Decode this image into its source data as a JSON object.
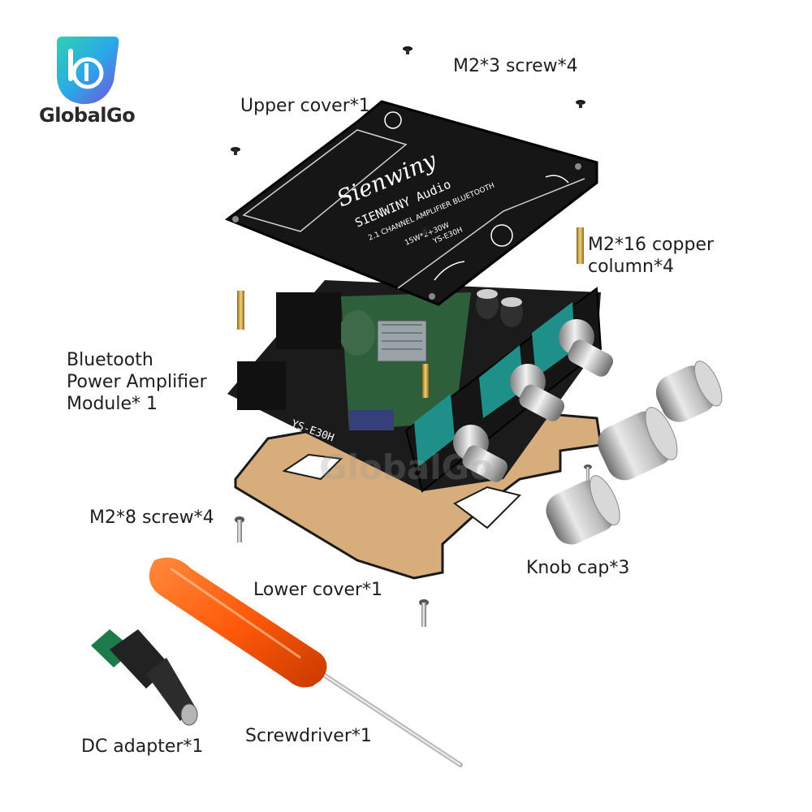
{
  "brand": {
    "name": "GlobalGo",
    "logo_colors": [
      "#2fd0b4",
      "#2aa8e8",
      "#7b4dd8"
    ]
  },
  "board_silkscreen": {
    "logo": "Sienwiny",
    "line1": "SIENWINY Audio",
    "line2": "2.1 CHANNEL AMPLIFIER BLUETOOTH",
    "line3": "15W*2+30W",
    "line4": "YS-E30H",
    "module_tag": "YS-E30H"
  },
  "watermark": "GlobalGo",
  "parts": [
    {
      "id": "upper-cover",
      "label": "Upper cover*1"
    },
    {
      "id": "m2x3-screw",
      "label": "M2*3 screw*4"
    },
    {
      "id": "copper-column",
      "label": "M2*16 copper\ncolumn*4"
    },
    {
      "id": "bluetooth-module",
      "label": "Bluetooth\nPower Amplifier\nModule* 1"
    },
    {
      "id": "m2x8-screw",
      "label": "M2*8 screw*4"
    },
    {
      "id": "knob-cap",
      "label": "Knob cap*3"
    },
    {
      "id": "lower-cover",
      "label": "Lower cover*1"
    },
    {
      "id": "dc-adapter",
      "label": "DC adapter*1"
    },
    {
      "id": "screwdriver",
      "label": "Screwdriver*1"
    }
  ]
}
